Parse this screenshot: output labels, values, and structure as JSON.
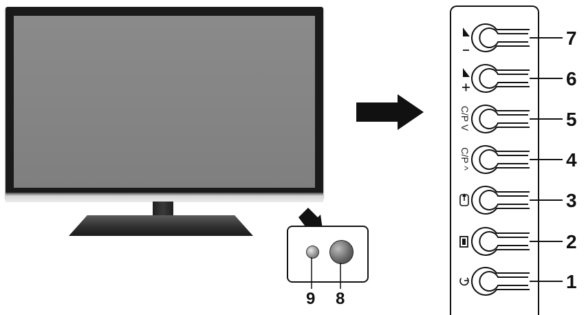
{
  "diagram": {
    "panel_buttons": [
      {
        "number": "7",
        "label": "",
        "icon": "volume-minus-icon"
      },
      {
        "number": "6",
        "label": "",
        "icon": "volume-plus-icon"
      },
      {
        "number": "5",
        "label": "C/P V",
        "icon": ""
      },
      {
        "number": "4",
        "label": "C/P ^",
        "icon": ""
      },
      {
        "number": "3",
        "label": "",
        "icon": "input-source-icon"
      },
      {
        "number": "2",
        "label": "",
        "icon": "menu-icon"
      },
      {
        "number": "1",
        "label": "",
        "icon": "power-icon"
      }
    ],
    "front_controls": [
      {
        "number": "9",
        "name": "indicator-led"
      },
      {
        "number": "8",
        "name": "power-button"
      }
    ]
  }
}
